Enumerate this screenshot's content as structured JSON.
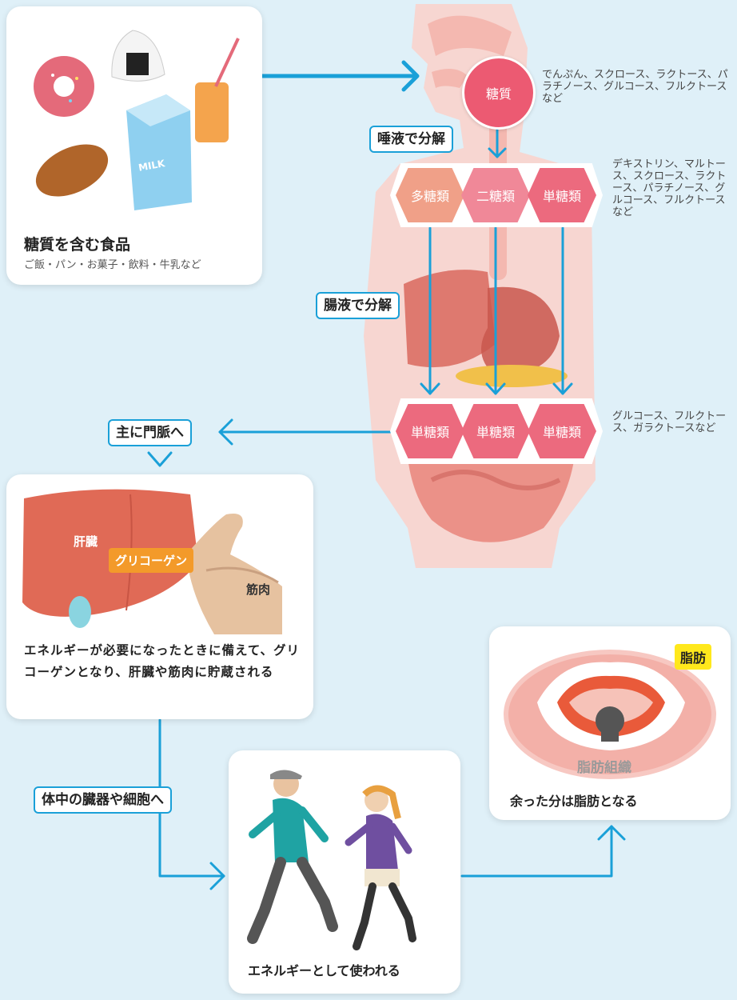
{
  "food_card": {
    "title": "糖質を含む食品",
    "subtitle": "ご飯・パン・お菓子・飲料・牛乳など",
    "milk_text": "MILK"
  },
  "sugar_circle": {
    "label": "糖質"
  },
  "notes": {
    "sugar_types": "でんぷん、スクロース、ラクトース、パラチノース、グルコース、フルクトースなど",
    "carb_types": "デキストリン、マルトース、スクロース、ラクトース、パラチノース、グルコース、フルクトースなど",
    "mono_types": "グルコース、フルクトース、ガラクトースなど"
  },
  "labels": {
    "saliva": "唾液で分解",
    "intestinal": "腸液で分解",
    "portal": "主に門脈へ",
    "organs": "体中の臓器や細胞へ"
  },
  "hex_top": [
    "多糖類",
    "二糖類",
    "単糖類"
  ],
  "hex_bottom": [
    "単糖類",
    "単糖類",
    "単糖類"
  ],
  "liver_card": {
    "liver": "肝臓",
    "glycogen": "グリコーゲン",
    "muscle": "筋肉",
    "text": "エネルギーが必要になったときに備えて、グリコーゲンとなり、肝臓や筋肉に貯蔵される"
  },
  "energy_card": {
    "text": "エネルギーとして使われる"
  },
  "fat_card": {
    "badge": "脂肪",
    "tissue": "脂肪組織",
    "text": "余った分は脂肪となる"
  },
  "colors": {
    "arrow": "#1aa0d8",
    "sugar": "#ec5a72",
    "poly": "#f0a088",
    "di": "#f08898",
    "mono": "#ec6a7e",
    "glycogen": "#f39a2a",
    "fat_badge": "#ffe81c"
  }
}
